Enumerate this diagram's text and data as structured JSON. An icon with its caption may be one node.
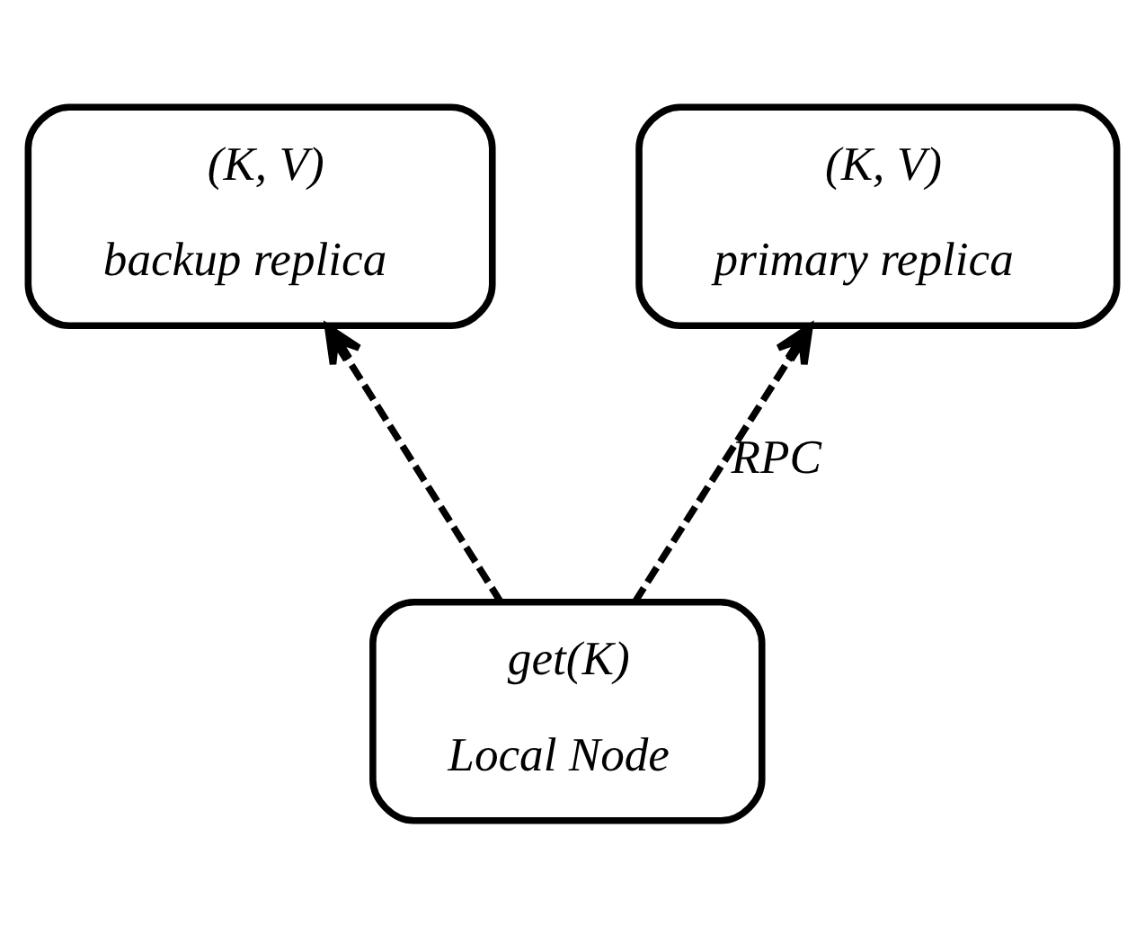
{
  "diagram": {
    "nodes": [
      {
        "text": [
          "(K, V)",
          "backup replica"
        ]
      },
      {
        "text": [
          "(K, V)",
          "primary replica"
        ]
      },
      {
        "text": [
          "get(K)",
          "Local Node"
        ]
      }
    ],
    "edges": [
      {
        "from": 2,
        "to": 1,
        "arrow": "to",
        "style": "dashed",
        "label": "RPC"
      },
      {
        "from": 2,
        "to": 0,
        "arrow": "to",
        "style": "dashed"
      }
    ]
  }
}
